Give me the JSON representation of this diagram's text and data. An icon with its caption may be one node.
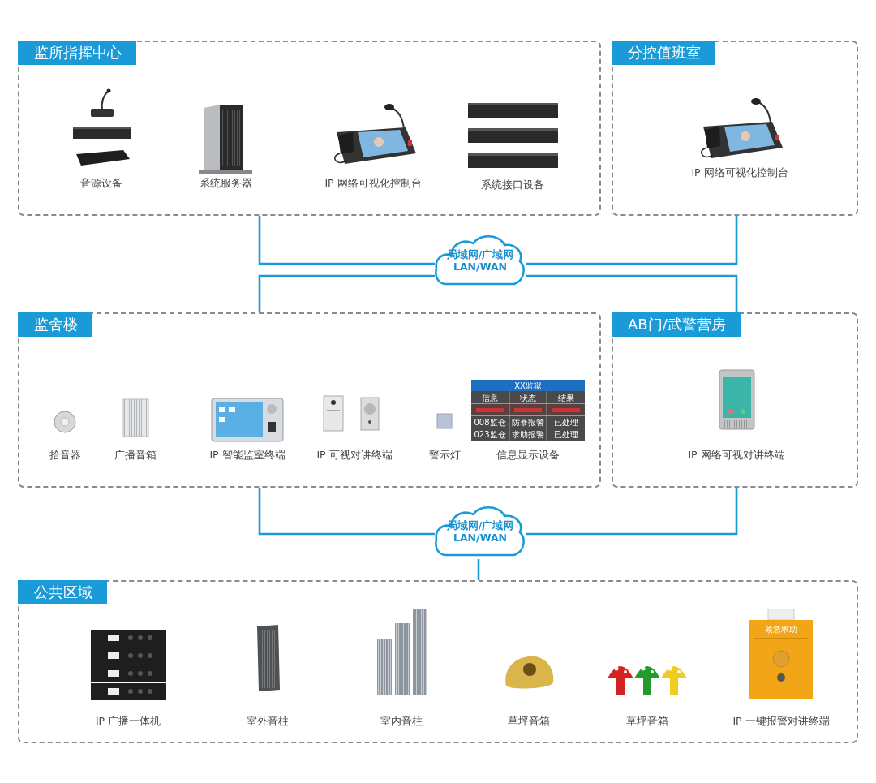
{
  "diagram": {
    "nodes": [
      {
        "text": [
          "监所指挥中心"
        ]
      },
      {
        "text": [
          "音源设备"
        ],
        "in": 0
      },
      {
        "text": [
          "系统服务器"
        ],
        "in": 0
      },
      {
        "text": [
          "IP 网络可视化控制台"
        ],
        "in": 0
      },
      {
        "text": [
          "系统接口设备"
        ],
        "in": 0
      },
      {
        "text": [
          "分控值班室"
        ]
      },
      {
        "text": [
          "IP 网络可视化控制台"
        ],
        "in": 5
      },
      {
        "text": [
          "局域网/广域网 LAN/WAN"
        ]
      },
      {
        "text": [
          "监舍楼"
        ]
      },
      {
        "text": [
          "拾音器"
        ],
        "in": 8
      },
      {
        "text": [
          "广播音箱"
        ],
        "in": 8
      },
      {
        "text": [
          "IP 智能监室终端"
        ],
        "in": 8
      },
      {
        "text": [
          "IP 可视对讲终端"
        ],
        "in": 8
      },
      {
        "text": [
          "警示灯"
        ],
        "in": 8
      },
      {
        "text": [
          "信息显示设备"
        ],
        "in": 8
      },
      {
        "text": [
          "AB门/武警营房"
        ]
      },
      {
        "text": [
          "IP 网络可视对讲终端"
        ],
        "in": 15
      },
      {
        "text": [
          "局域网/广域网 LAN/WAN"
        ]
      },
      {
        "text": [
          "公共区域"
        ]
      },
      {
        "text": [
          "IP 广播一体机"
        ],
        "in": 18
      },
      {
        "text": [
          "室外音柱"
        ],
        "in": 18
      },
      {
        "text": [
          "室内音柱"
        ],
        "in": 18
      },
      {
        "text": [
          "草坪音箱"
        ],
        "in": 18
      },
      {
        "text": [
          "草坪音箱"
        ],
        "in": 18
      },
      {
        "text": [
          "IP 一键报警对讲终端"
        ],
        "in": 18
      }
    ],
    "edges": [
      {
        "from": 0,
        "to": 7,
        "arrow": "none"
      },
      {
        "from": 5,
        "to": 7,
        "arrow": "none"
      },
      {
        "from": 7,
        "to": 8,
        "arrow": "none"
      },
      {
        "from": 7,
        "to": 15,
        "arrow": "none"
      },
      {
        "from": 8,
        "to": 17,
        "arrow": "none"
      },
      {
        "from": 15,
        "to": 17,
        "arrow": "none"
      },
      {
        "from": 17,
        "to": 18,
        "arrow": "none"
      }
    ],
    "labels": [
      "XX监狱",
      "信息",
      "状态",
      "结果",
      "008监仓",
      "防暴报警",
      "已处理",
      "023监仓",
      "求助报警",
      "已处理",
      "紧急求助"
    ]
  }
}
